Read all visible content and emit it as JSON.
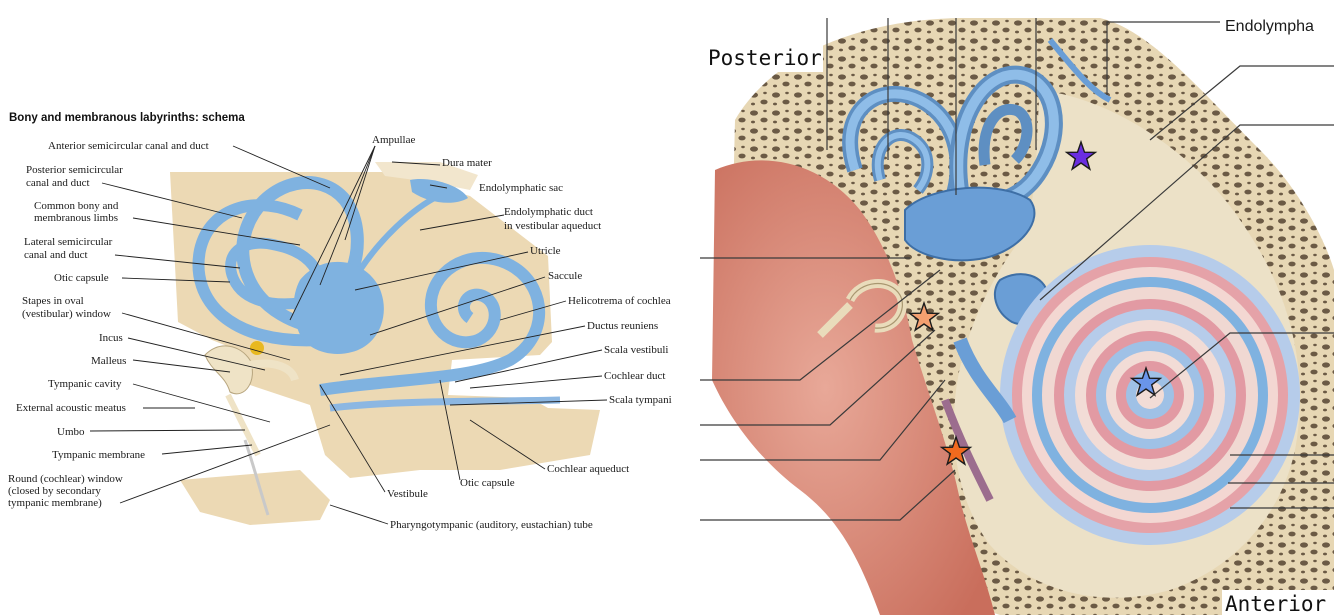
{
  "left_figure": {
    "title": "Bony and membranous labyrinths: schema",
    "labels": {
      "anterior_canal": "Anterior semicircular canal and duct",
      "posterior_canal_1": "Posterior semicircular",
      "posterior_canal_2": "canal and duct",
      "common_limbs_1": "Common bony and",
      "common_limbs_2": "membranous limbs",
      "lateral_canal_1": "Lateral semicircular",
      "lateral_canal_2": "canal and duct",
      "otic_capsule_left": "Otic capsule",
      "stapes_1": "Stapes in oval",
      "stapes_2": "(vestibular) window",
      "incus": "Incus",
      "malleus": "Malleus",
      "tympanic_cavity": "Tympanic cavity",
      "external_meatus": "External acoustic meatus",
      "umbo": "Umbo",
      "tympanic_membrane": "Tympanic membrane",
      "round_window_1": "Round (cochlear) window",
      "round_window_2": "(closed by secondary",
      "round_window_3": "tympanic membrane)",
      "ampullae": "Ampullae",
      "dura_mater": "Dura mater",
      "endolymphatic_sac": "Endolymphatic sac",
      "endolymphatic_duct_1": "Endolymphatic duct",
      "endolymphatic_duct_2": "in vestibular aqueduct",
      "utricle": "Utricle",
      "saccule": "Saccule",
      "helicotrema": "Helicotrema of cochlea",
      "ductus_reuniens": "Ductus reuniens",
      "scala_vestibuli": "Scala vestibuli",
      "cochlear_duct": "Cochlear duct",
      "scala_tympani": "Scala tympani",
      "cochlear_aqueduct": "Cochlear aqueduct",
      "otic_capsule_bottom": "Otic capsule",
      "vestibule": "Vestibule",
      "pharyngotympanic": "Pharyngotympanic (auditory, eustachian) tube"
    }
  },
  "right_figure": {
    "posterior": "Posterior",
    "anterior": "Anterior",
    "endolymph_label": "Endolympha"
  },
  "colors": {
    "bone": "#ecd9b4",
    "membranous_blue": "#7fb2e0",
    "tissue_red": "#d98c7a",
    "star_purple": "#6a2ee0",
    "star_orange_light": "#f4a070",
    "star_orange": "#f06a1e",
    "star_blue": "#6a95ea"
  },
  "markers": [
    {
      "icon": "star-icon",
      "color": "#6a2ee0"
    },
    {
      "icon": "star-icon",
      "color": "#f4a070"
    },
    {
      "icon": "star-icon",
      "color": "#f06a1e"
    },
    {
      "icon": "star-icon",
      "color": "#6a95ea"
    }
  ]
}
